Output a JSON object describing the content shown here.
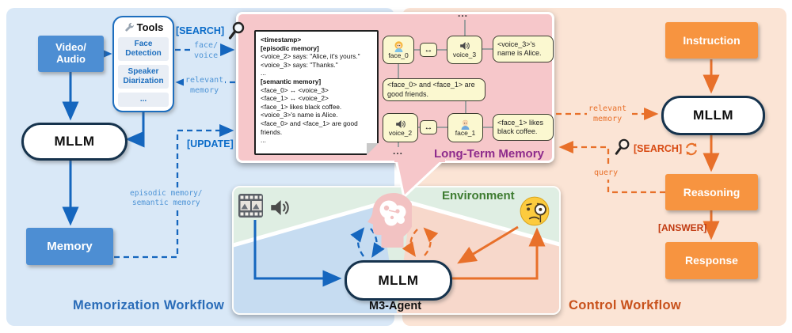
{
  "memorization": {
    "video_audio_line1": "Video/",
    "video_audio_line2": "Audio",
    "tools_title": "Tools",
    "tool_items": [
      "Face Detection",
      "Speaker Diarization",
      "..."
    ],
    "mllm": "MLLM",
    "memory": "Memory",
    "workflow_label": "Memorization Workflow",
    "search_tag": "[SEARCH]",
    "update_tag": "[UPDATE]",
    "face_voice_line1": "face/",
    "face_voice_line2": "voice",
    "relevant_memory_line1": "relevant",
    "relevant_memory_line2": "memory",
    "episodic_line1": "episodic memory/",
    "episodic_line2": "semantic memory"
  },
  "long_term_memory": {
    "title": "Long-Term Memory",
    "note": {
      "lines": [
        {
          "text": "<timestamp>"
        },
        {
          "text": "[episodic memory]"
        },
        {
          "text": "<voice_2> says: \"Alice, it's yours.\""
        },
        {
          "text": "<voice_3> says: \"Thanks.\""
        },
        {
          "text": "..."
        },
        {
          "text": "[semantic memory]"
        },
        {
          "text": "<face_0> ↔ <voice_3>"
        },
        {
          "text": "<face_1> ↔ <voice_2>"
        },
        {
          "text": "<face_1> likes black coffee."
        },
        {
          "text": "<voice_3>'s name is Alice."
        },
        {
          "text": "<face_0> and <face_1> are good friends."
        },
        {
          "text": "..."
        }
      ]
    },
    "graph": {
      "face0": "face_0",
      "voice3": "voice_3",
      "voice2": "voice_2",
      "face1": "face_1",
      "relation": "↔",
      "fact_voice3": "<voice_3>'s name is Alice.",
      "fact_friends": "<face_0> and <face_1> are good friends.",
      "fact_face1": "<face_1> likes black coffee.",
      "ellipsis": "..."
    }
  },
  "control": {
    "instruction": "Instruction",
    "mllm": "MLLM",
    "reasoning": "Reasoning",
    "response": "Response",
    "workflow_label": "Control Workflow",
    "search_tag": "[SEARCH]",
    "answer_tag": "[ANSWER]",
    "relevant_memory_line1": "relevant",
    "relevant_memory_line2": "memory",
    "query": "query"
  },
  "environment": {
    "label": "Environment",
    "agent_label": "M3-Agent",
    "mllm": "MLLM"
  },
  "colors": {
    "blue_box": "#4D8ED3",
    "blue_accent": "#1566BE",
    "blue_panel": "#D9E8F7",
    "orange_box": "#F79440",
    "orange_accent": "#E8702A",
    "orange_panel": "#FBE4D5",
    "pink_panel": "#F6C7CA",
    "purple_title": "#8E2B8C",
    "green_label": "#3E7C31",
    "node_yellow": "#FBF8D0"
  }
}
